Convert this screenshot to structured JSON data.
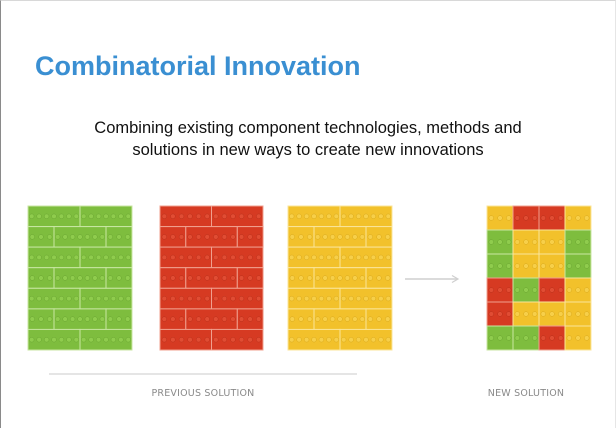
{
  "slide": {
    "title": "Combinatorial Innovation",
    "subtitle_line1": "Combining existing component technologies, methods and",
    "subtitle_line2": "solutions in new ways to create new innovations"
  },
  "figure": {
    "previous_label": "PREVIOUS SOLUTION",
    "new_label": "NEW SOLUTION",
    "colors": {
      "green": "#7ebd3e",
      "red": "#d63a22",
      "yellow": "#f2c12b",
      "arrow": "#cfcfcf",
      "divider": "#d5d5d5"
    },
    "component_sets": [
      {
        "name": "green-components",
        "color": "green"
      },
      {
        "name": "red-components",
        "color": "red"
      },
      {
        "name": "yellow-components",
        "color": "yellow"
      }
    ],
    "new_solution_rows": [
      [
        "yellow",
        "red",
        "red",
        "yellow"
      ],
      [
        "green",
        "yellow",
        "yellow",
        "green"
      ],
      [
        "green",
        "yellow",
        "yellow",
        "green"
      ],
      [
        "red",
        "green",
        "red",
        "yellow"
      ],
      [
        "red",
        "yellow",
        "yellow",
        "yellow"
      ],
      [
        "green",
        "green",
        "red",
        "yellow"
      ]
    ]
  }
}
